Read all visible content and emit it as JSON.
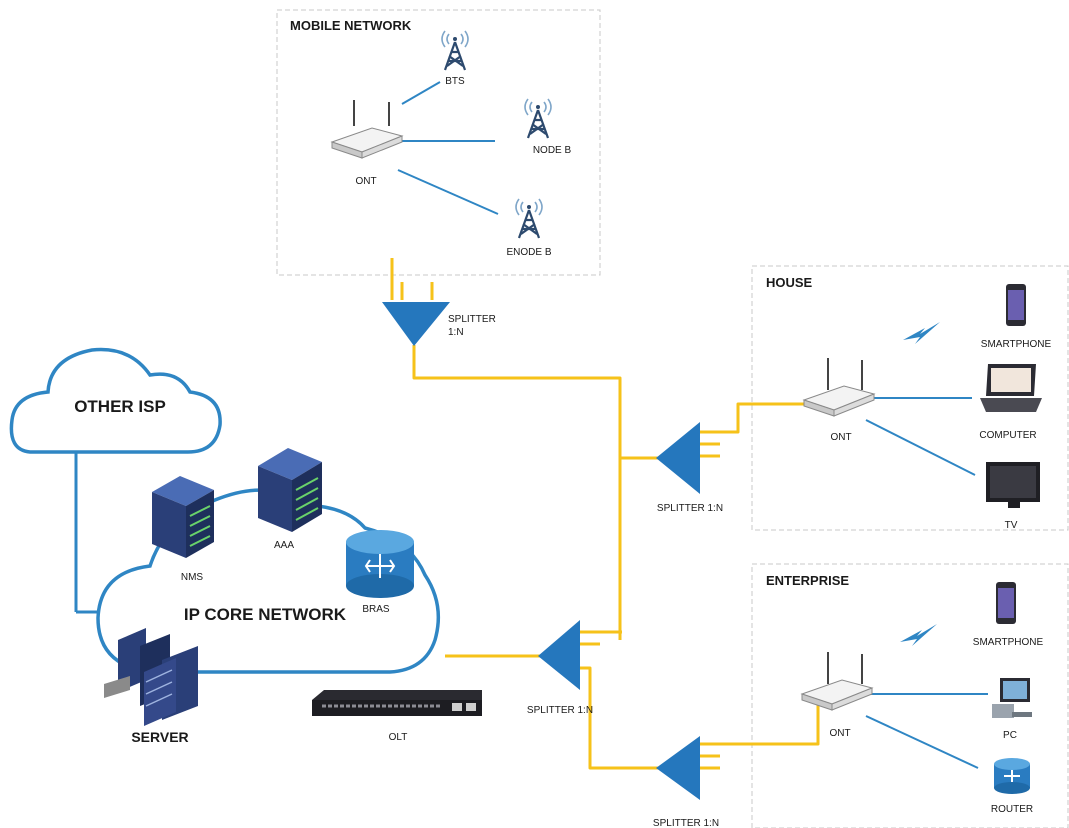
{
  "sections": {
    "mobile_network": "MOBILE NETWORK",
    "house": "HOUSE",
    "enterprise": "ENTERPRISE"
  },
  "clouds": {
    "other_isp": "OTHER ISP",
    "ip_core": "IP CORE NETWORK"
  },
  "labels": {
    "bts": "BTS",
    "node_b": "NODE B",
    "enode_b": "ENODE B",
    "ont_mobile": "ONT",
    "splitter_top_1": "SPLITTER",
    "splitter_top_2": "1:N",
    "ont_house": "ONT",
    "smartphone_house": "SMARTPHONE",
    "computer": "COMPUTER",
    "tv": "TV",
    "splitter_house": "SPLITTER 1:N",
    "nms": "NMS",
    "aaa": "AAA",
    "bras": "BRAS",
    "server": "SERVER",
    "olt": "OLT",
    "splitter_main": "SPLITTER 1:N",
    "ont_enterprise": "ONT",
    "smartphone_ent": "SMARTPHONE",
    "pc": "PC",
    "router": "ROUTER",
    "splitter_ent": "SPLITTER 1:N"
  },
  "colors": {
    "fiber": "#f6c21a",
    "link": "#2f86c4",
    "splitter": "#2577bd",
    "server": "#2a3f78"
  }
}
